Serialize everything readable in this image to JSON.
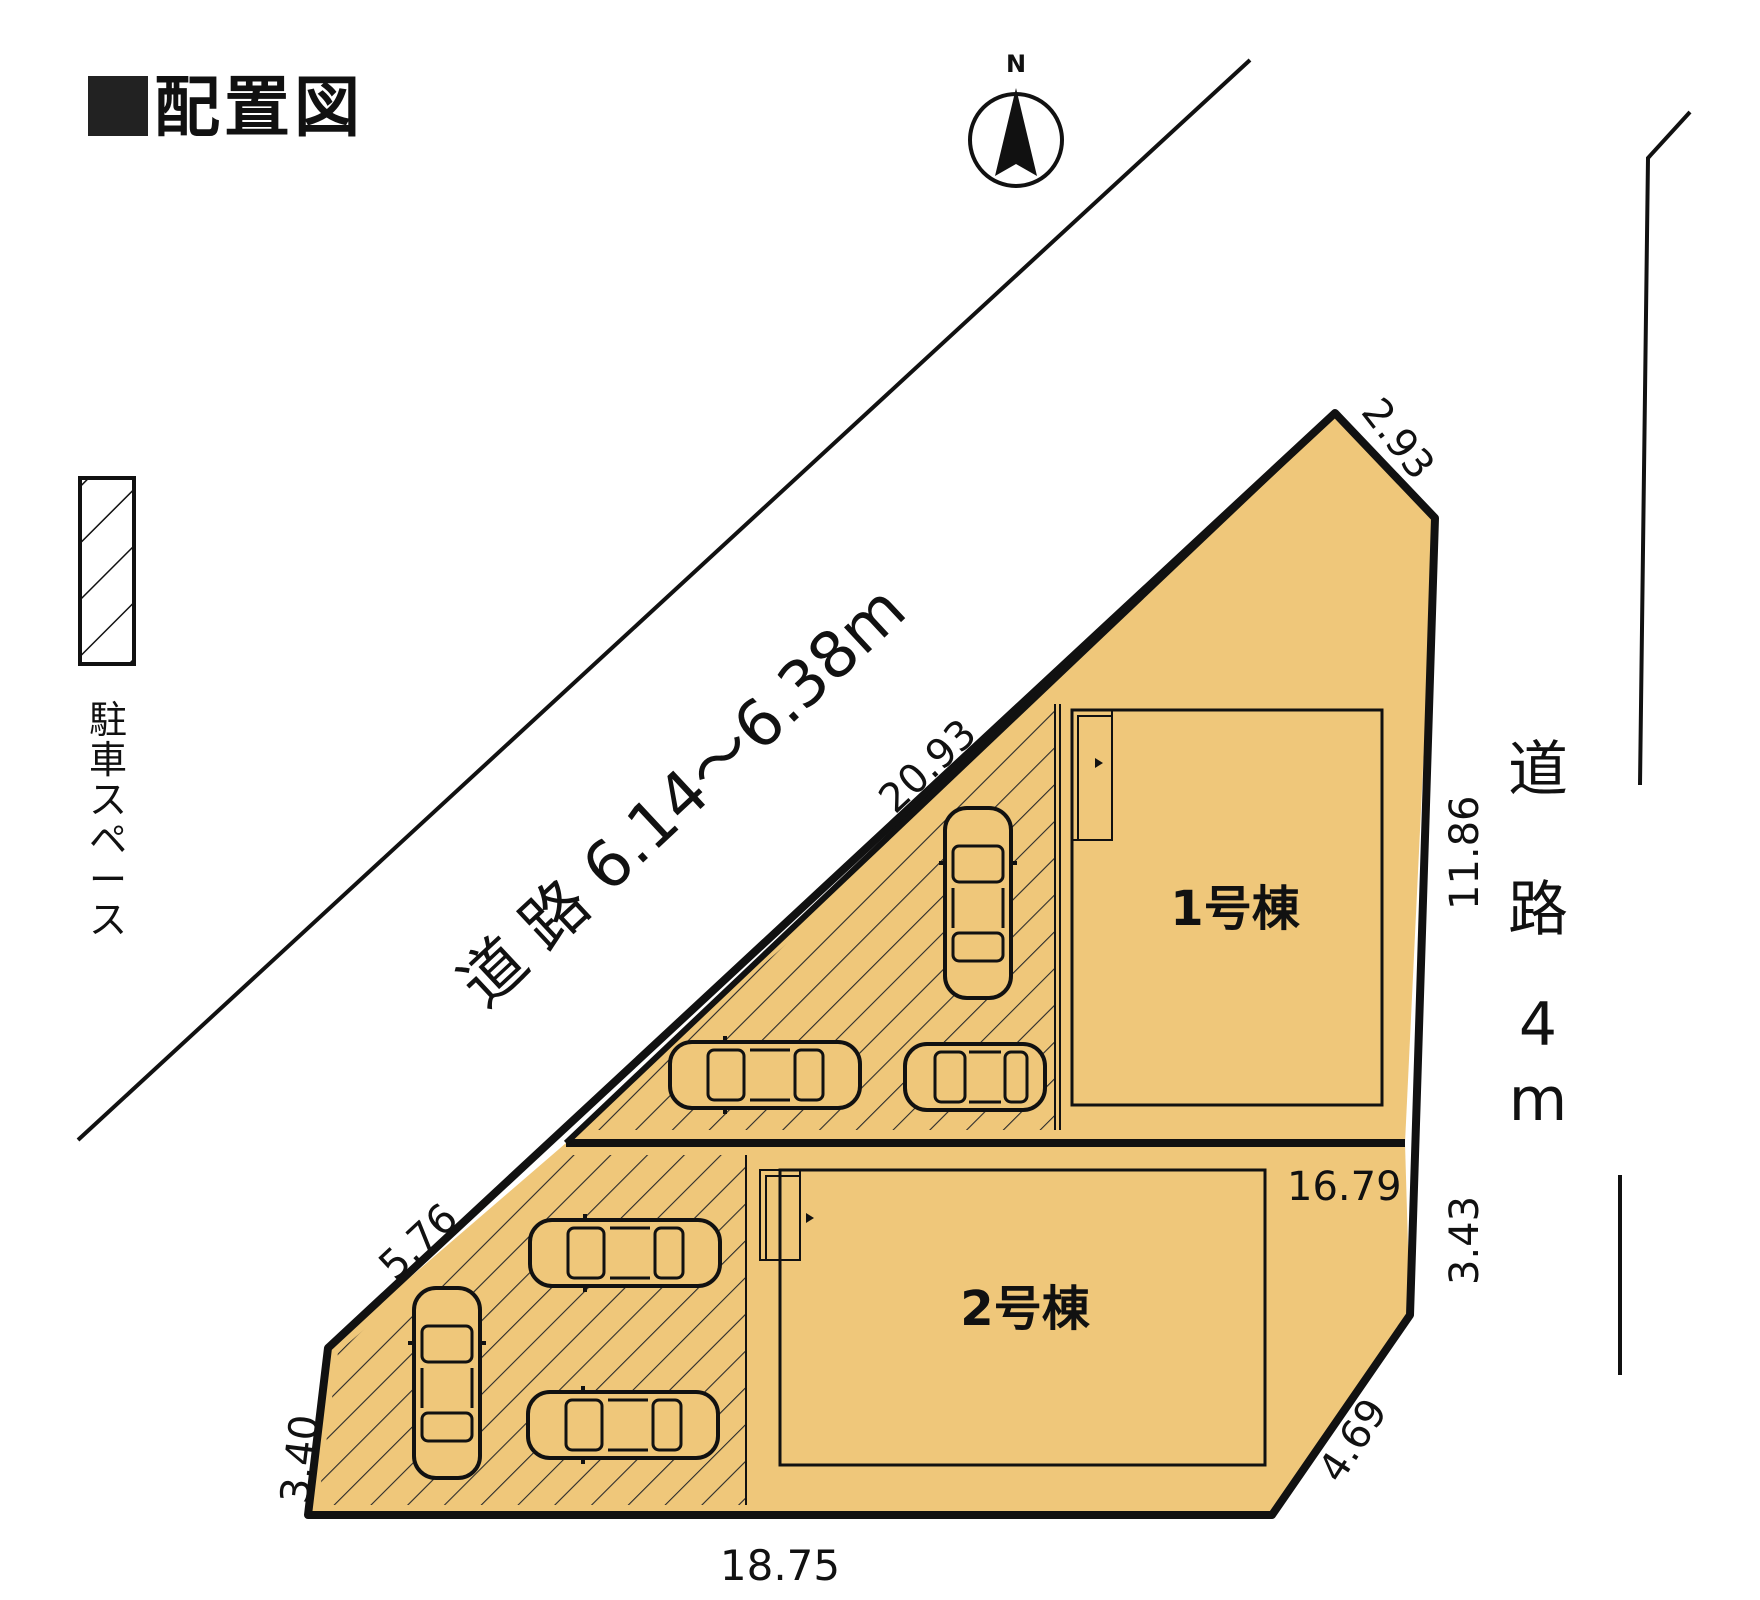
{
  "title": "配置図",
  "compass": {
    "label": "N"
  },
  "legend": {
    "label": "駐車スペース"
  },
  "roads": {
    "north": "道 路 6.14～6.38m",
    "east": [
      "道",
      "路",
      "4",
      "m"
    ]
  },
  "buildings": {
    "house1": "1号棟",
    "house2": "2号棟"
  },
  "dimensions": {
    "top_edge": "20.93",
    "top_corner": "2.93",
    "east_upper": "11.86",
    "east_lower": "3.43",
    "divider": "16.79",
    "southeast": "4.69",
    "bottom": "18.75",
    "west_diag": "5.76",
    "west": "3.40"
  },
  "colors": {
    "lot_fill": "#efc77a",
    "outline": "#111111",
    "hatch": "#2a2a2a",
    "background": "#ffffff"
  }
}
